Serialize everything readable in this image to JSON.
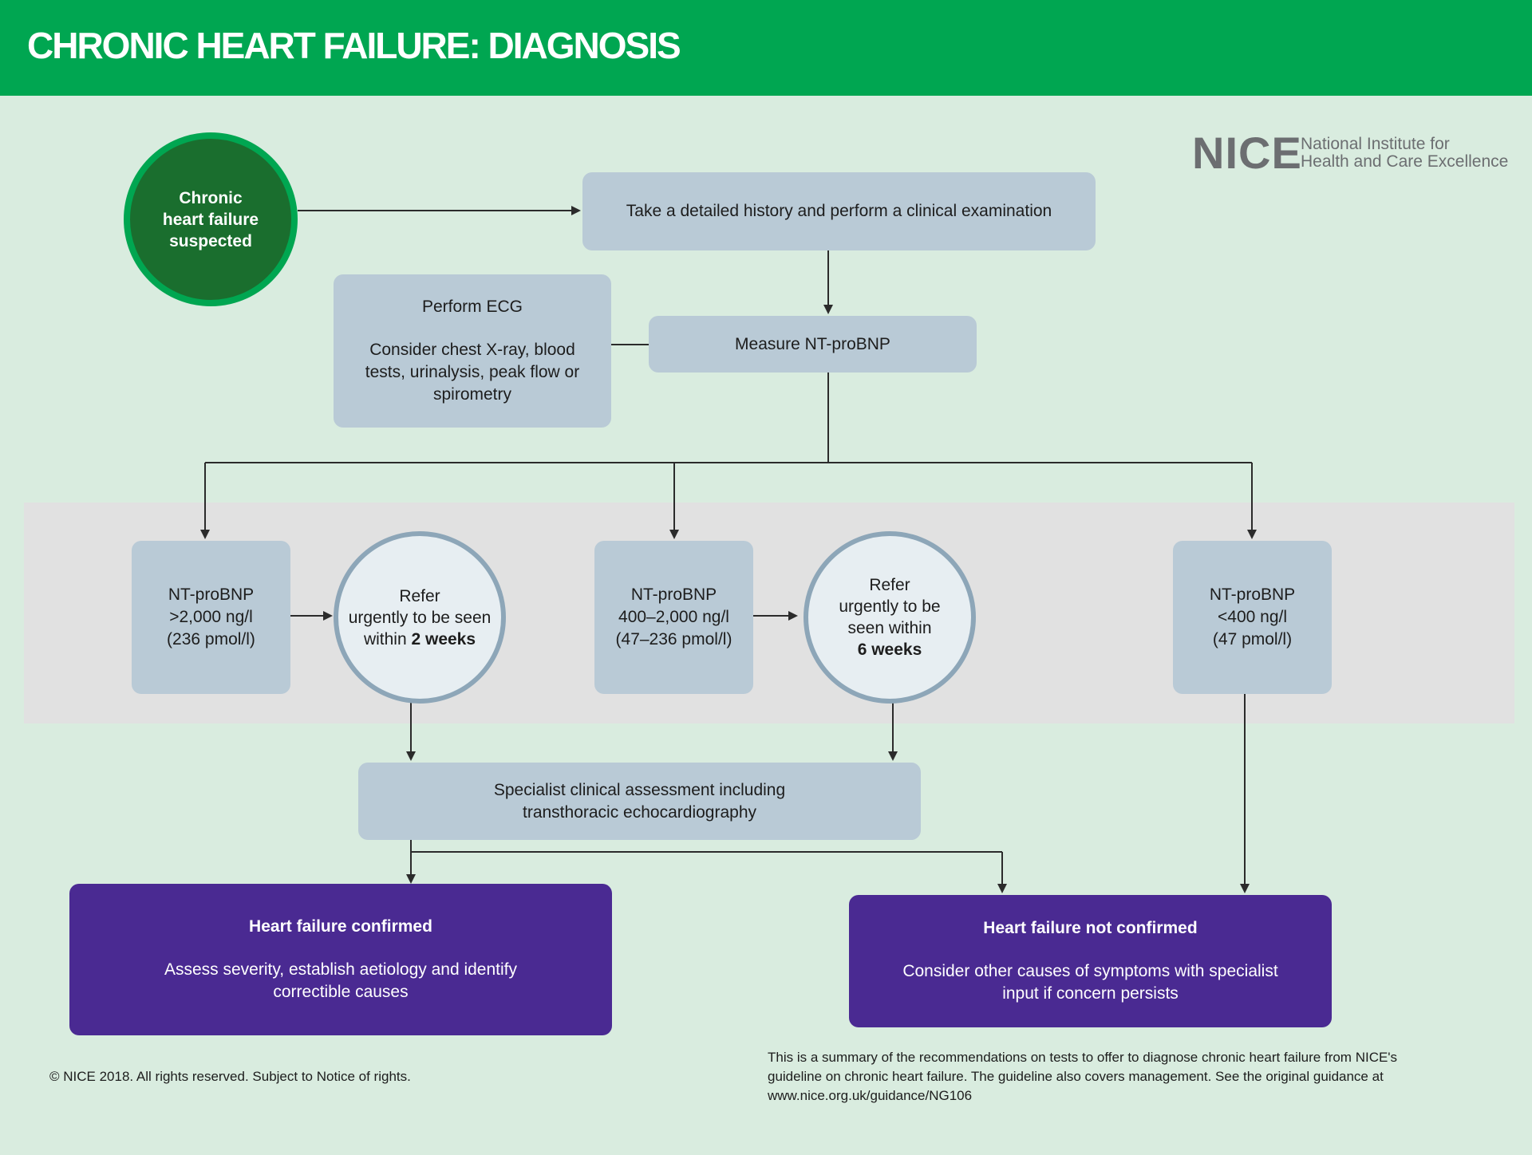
{
  "header": {
    "title": "CHRONIC HEART FAILURE: DIAGNOSIS",
    "bg_color": "#00a651"
  },
  "logo": {
    "mark": "NICE",
    "line1": "National Institute for",
    "line2": "Health and Care Excellence"
  },
  "nodes": {
    "start": {
      "line1": "Chronic",
      "line2": "heart failure",
      "line3": "suspected"
    },
    "history": "Take a detailed history and perform a clinical examination",
    "ecg": {
      "title": "Perform ECG",
      "line1": "Consider chest X-ray, blood",
      "line2": "tests, urinalysis, peak flow or",
      "line3": "spirometry"
    },
    "measure": "Measure NT-proBNP",
    "high": {
      "line1": "NT-proBNP",
      "line2": ">2,000 ng/l",
      "line3": "(236 pmol/l)"
    },
    "refer2": {
      "line1": "Refer",
      "line2": "urgently to be seen",
      "line3_prefix": "within ",
      "line3_bold": "2 weeks"
    },
    "mid": {
      "line1": "NT-proBNP",
      "line2": "400–2,000 ng/l",
      "line3": "(47–236 pmol/l)"
    },
    "refer6": {
      "line1": "Refer",
      "line2": "urgently to be",
      "line3": "seen within",
      "line4": "6 weeks"
    },
    "low": {
      "line1": "NT-proBNP",
      "line2": "<400 ng/l",
      "line3": "(47 pmol/l)"
    },
    "specialist": {
      "line1": "Specialist clinical assessment including",
      "line2": "transthoracic echocardiography"
    },
    "confirmed": {
      "title": "Heart failure confirmed",
      "line1": "Assess severity, establish aetiology and identify",
      "line2": "correctible causes"
    },
    "not_confirmed": {
      "title": "Heart failure not confirmed",
      "line1": "Consider other causes of symptoms with specialist",
      "line2": "input if concern persists"
    }
  },
  "footer": {
    "copyright": "© NICE 2018. All rights reserved. Subject to Notice of rights.",
    "note_line1": "This is a summary of the recommendations on tests to offer to diagnose chronic heart failure from NICE's",
    "note_line2": "guideline on chronic heart failure. The guideline also covers management. See the original guidance at",
    "note_line3": "www.nice.org.uk/guidance/NG106"
  },
  "colors": {
    "background": "#d9ecdf",
    "box": "#b9cad6",
    "outcome": "#4a2a92",
    "start_circle": "#1a6e2e",
    "connector": "#2b2b2b"
  }
}
